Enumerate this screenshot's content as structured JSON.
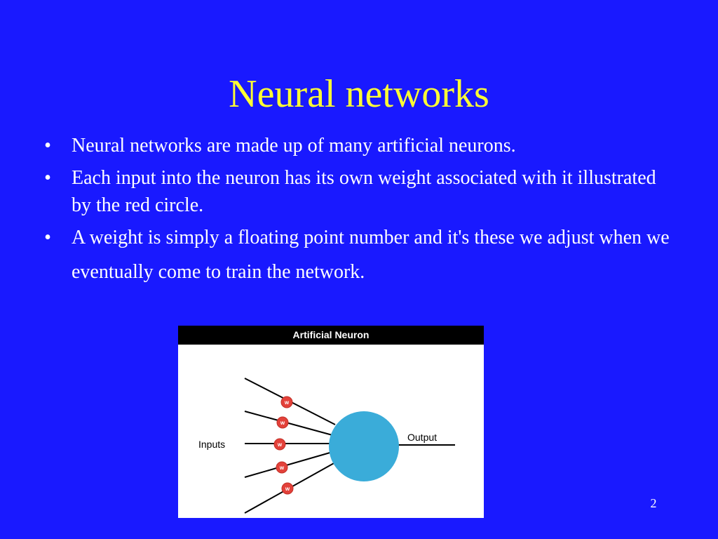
{
  "slide": {
    "title": "Neural networks",
    "bullets": [
      {
        "text": "Neural networks are made up of many artificial neurons."
      },
      {
        "text": "Each input into the neuron has its own weight associated with it illustrated by the red circle."
      },
      {
        "text": "A weight is simply a floating point number and it's these we adjust when we eventually come to train the network."
      }
    ],
    "bullet_symbol": "•",
    "page_number": "2"
  },
  "figure": {
    "title": "Artificial Neuron",
    "inputs_label": "Inputs",
    "output_label": "Output",
    "weights": [
      "w",
      "w",
      "w",
      "w",
      "w"
    ],
    "colors": {
      "neuron": "#3aacd9",
      "weight": "#e3413a",
      "header": "#000000"
    }
  },
  "colors": {
    "background": "#1919ff",
    "title": "#ffff33",
    "text": "#ffffff"
  }
}
